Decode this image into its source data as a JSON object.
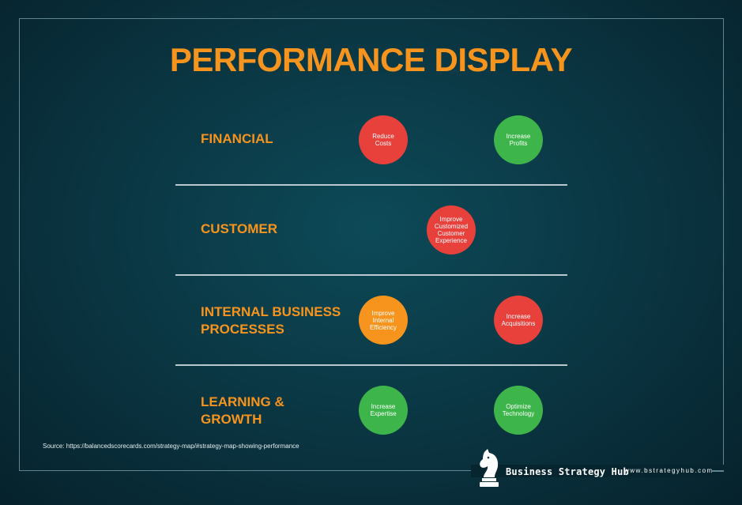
{
  "title": "PERFORMANCE DISPLAY",
  "rows": [
    {
      "label": "FINANCIAL"
    },
    {
      "label": "CUSTOMER"
    },
    {
      "label": "INTERNAL BUSINESS\nPROCESSES"
    },
    {
      "label": "LEARNING &\nGROWTH"
    }
  ],
  "objectives": {
    "reduce_costs": {
      "text": "Reduce\nCosts",
      "status": "red"
    },
    "increase_profits": {
      "text": "Increase\nProfits",
      "status": "green"
    },
    "improve_customer_experience": {
      "text": "Improve\nCustomized\nCustomer\nExperience",
      "status": "red"
    },
    "improve_internal_efficiency": {
      "text": "Improve\nInternal\nEfficiency",
      "status": "orange"
    },
    "increase_acquisitions": {
      "text": "Increase\nAcquisitions",
      "status": "red"
    },
    "increase_expertise": {
      "text": "Increase\nExpertise",
      "status": "green"
    },
    "optimize_technology": {
      "text": "Optimize\nTechnology",
      "status": "green"
    }
  },
  "colors": {
    "red": "#e8413c",
    "green": "#3db54a",
    "orange": "#f7941d",
    "title": "#f7941d"
  },
  "source": "Source: https://balancedscorecards.com/strategy-map/#strategy-map-showing-performance",
  "brand": {
    "name": "Business Strategy Hub",
    "url": "www.bstrategyhub.com",
    "logo_icon": "knight-chess-piece-icon"
  }
}
